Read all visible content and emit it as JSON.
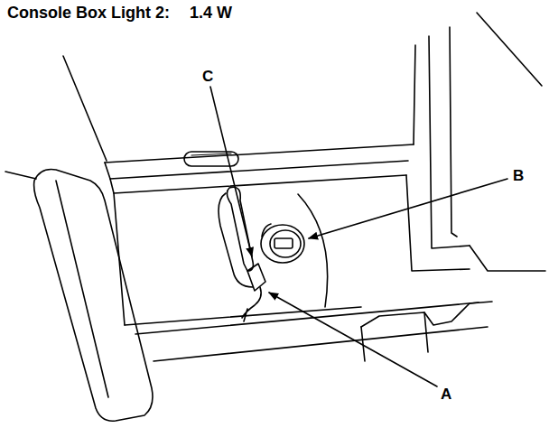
{
  "diagram": {
    "title": "Console Box Light 2:",
    "labels": [
      "1.4 W",
      "A",
      "B",
      "C"
    ]
  }
}
